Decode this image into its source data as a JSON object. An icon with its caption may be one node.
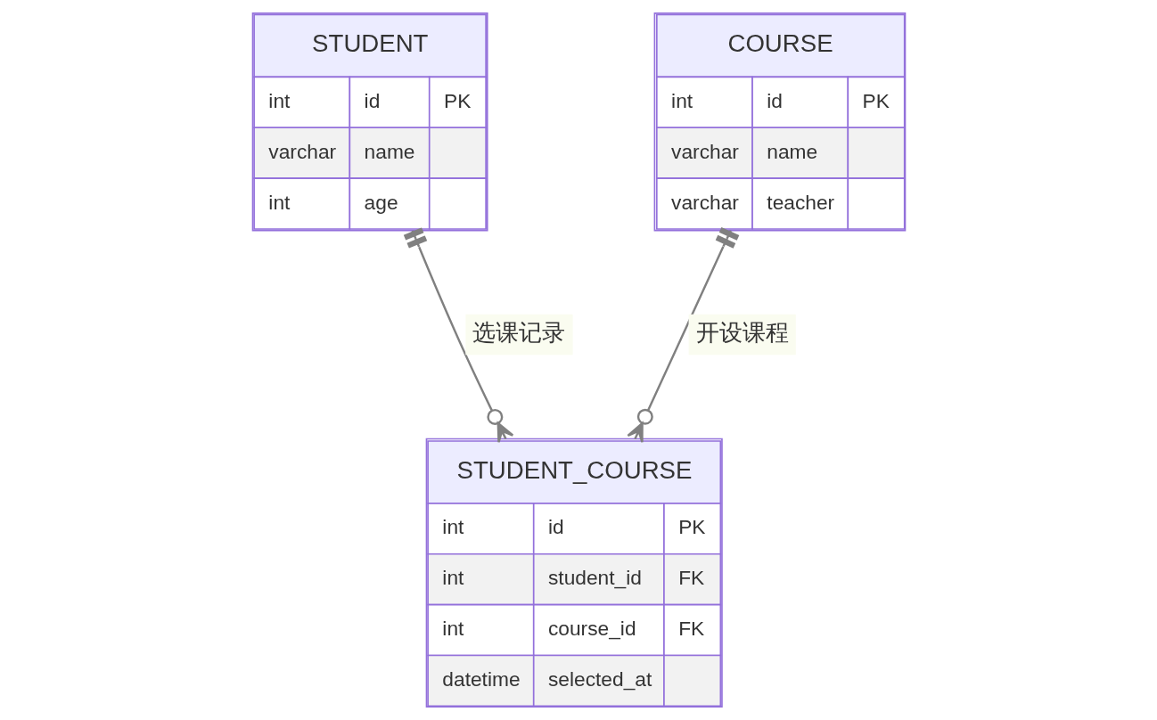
{
  "diagram": {
    "nodes": [
      {
        "text": [
          "STUDENT",
          "int",
          "id",
          "PK",
          "varchar",
          "name",
          "int",
          "age"
        ]
      },
      {
        "text": [
          "COURSE",
          "int",
          "id",
          "PK",
          "varchar",
          "name",
          "varchar",
          "teacher"
        ]
      },
      {
        "text": [
          "STUDENT_COURSE",
          "int",
          "id",
          "PK",
          "int",
          "student_id",
          "FK",
          "int",
          "course_id",
          "FK",
          "datetime",
          "selected_at"
        ]
      }
    ],
    "edges": [
      {
        "from": 0,
        "to": 2,
        "arrow": "other",
        "label": "选课记录"
      },
      {
        "from": 1,
        "to": 2,
        "arrow": "other",
        "label": "开设课程"
      }
    ]
  }
}
